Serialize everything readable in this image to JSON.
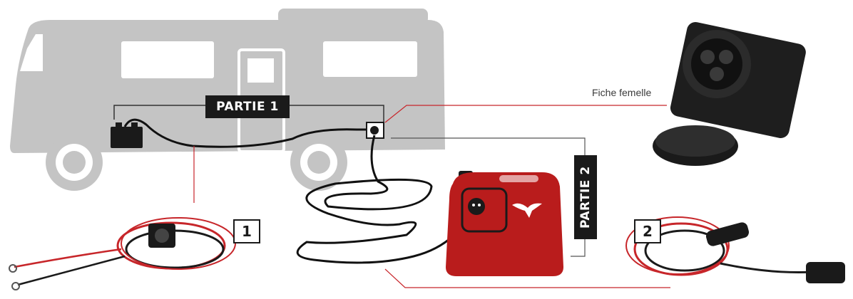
{
  "labels": {
    "part1": "PARTIE 1",
    "part2": "PARTIE 2",
    "socket_caption": "Fiche femelle",
    "badge1": "1",
    "badge2": "2"
  },
  "colors": {
    "vehicle": "#c4c4c4",
    "window": "#ffffff",
    "cable_red": "#c7262a",
    "generator_red": "#b91c1c",
    "label_bg": "#1a1a1a",
    "callout_line": "#c8262b",
    "bracket_line": "#555555"
  },
  "icons": {
    "vehicle": "motorhome-silhouette",
    "battery": "battery-icon",
    "socket": "female-socket-icon",
    "generator": "generator-icon",
    "logo": "bull-logo-icon",
    "cable": "cable-kit-icon"
  }
}
